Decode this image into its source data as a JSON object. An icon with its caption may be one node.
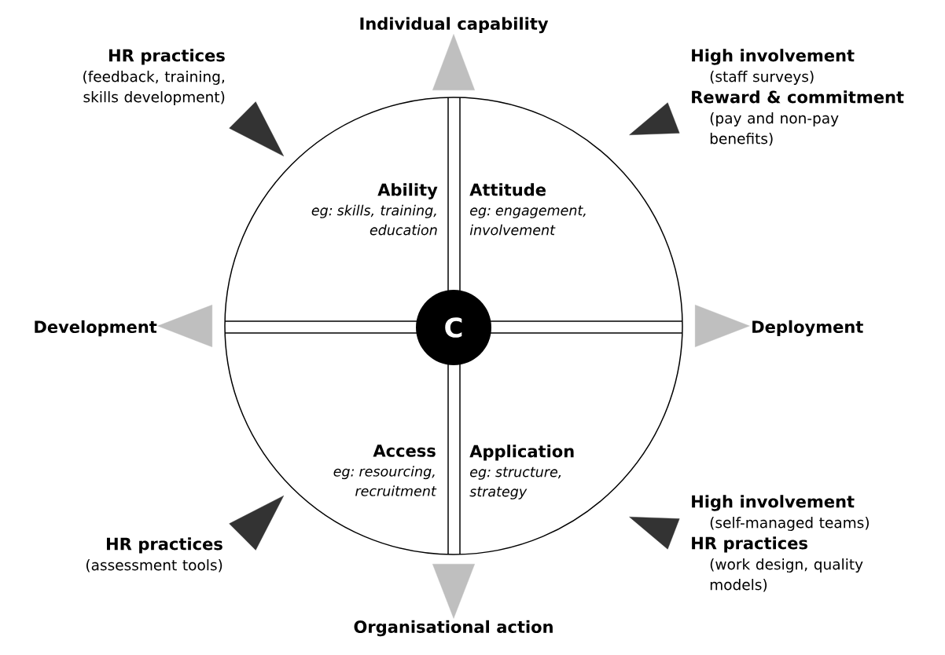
{
  "diagram": {
    "nodes": [
      {
        "text": [],
        "shape": "circle"
      },
      {
        "text": [
          "Ability",
          "eg: skills, training, education"
        ],
        "in": 0
      },
      {
        "text": [
          "Attitude",
          "eg: engagement, involvement"
        ],
        "in": 0
      },
      {
        "text": [
          "Access",
          "eg: resourcing, recruitment"
        ],
        "in": 0
      },
      {
        "text": [
          "Application",
          "eg: structure, strategy"
        ],
        "in": 0
      },
      {
        "text": [
          "C"
        ],
        "in": 0
      },
      {
        "text": [
          "Individual capability"
        ]
      },
      {
        "text": [
          "HR practices",
          "(feedback, training, skills development)"
        ]
      },
      {
        "text": [
          "High involvement",
          "(staff surveys)",
          "Reward & commitment",
          "(pay and non-pay benefits)"
        ]
      },
      {
        "text": [
          "Development"
        ]
      },
      {
        "text": [
          "Deployment"
        ]
      },
      {
        "text": [
          "HR practices",
          "(assessment tools)"
        ]
      },
      {
        "text": [
          "High involvement",
          "(self-managed teams)",
          "HR practices",
          "(work design, quality models)"
        ]
      },
      {
        "text": [
          "Organisational action"
        ]
      }
    ],
    "edges": [
      {
        "from": 0,
        "to": 6,
        "arrow": "to"
      },
      {
        "from": 7,
        "to": null,
        "arrow": "to",
        "color": "#333333"
      },
      {
        "from": 8,
        "to": null,
        "arrow": "to",
        "color": "#333333"
      },
      {
        "from": 0,
        "to": 9,
        "arrow": "to"
      },
      {
        "from": 0,
        "to": 10,
        "arrow": "to"
      },
      {
        "from": 11,
        "to": null,
        "arrow": "to",
        "color": "#333333"
      },
      {
        "from": 12,
        "to": null,
        "arrow": "to",
        "color": "#333333"
      },
      {
        "from": 0,
        "to": 13,
        "arrow": "to"
      }
    ]
  }
}
